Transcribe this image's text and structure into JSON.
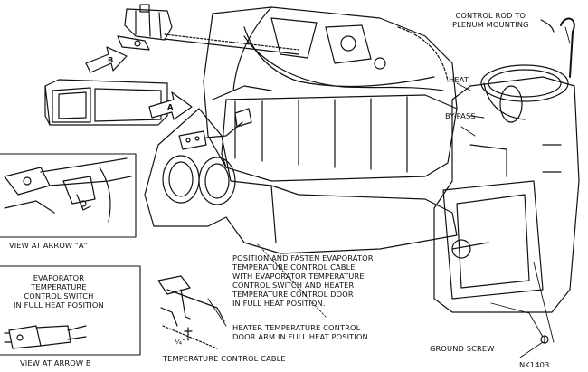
{
  "labels": {
    "control_rod": "CONTROL ROD TO\nPLENUM MOUNTING",
    "heat": "HEAT",
    "bypass": "BY-PASS",
    "arrow_a": "A",
    "arrow_b": "B",
    "view_a": "VIEW AT ARROW \"A\"",
    "evap_switch": "EVAPORATOR\nTEMPERATURE\nCONTROL SWITCH\nIN FULL HEAT POSITION",
    "view_b": "VIEW AT ARROW B",
    "position_fasten": "POSITION AND FASTEN EVAPORATOR\nTEMPERATURE CONTROL CABLE\nWITH EVAPORATOR TEMPERATURE\nCONTROL SWITCH AND HEATER\nTEMPERATURE CONTROL DOOR\nIN FULL HEAT POSITION.",
    "door_arm": "HEATER TEMPERATURE CONTROL\nDOOR ARM IN FULL HEAT POSITION",
    "quarter": "¼\"",
    "temp_cable": "TEMPERATURE CONTROL CABLE",
    "ground_screw": "GROUND SCREW",
    "figure_code": "NK1403"
  }
}
